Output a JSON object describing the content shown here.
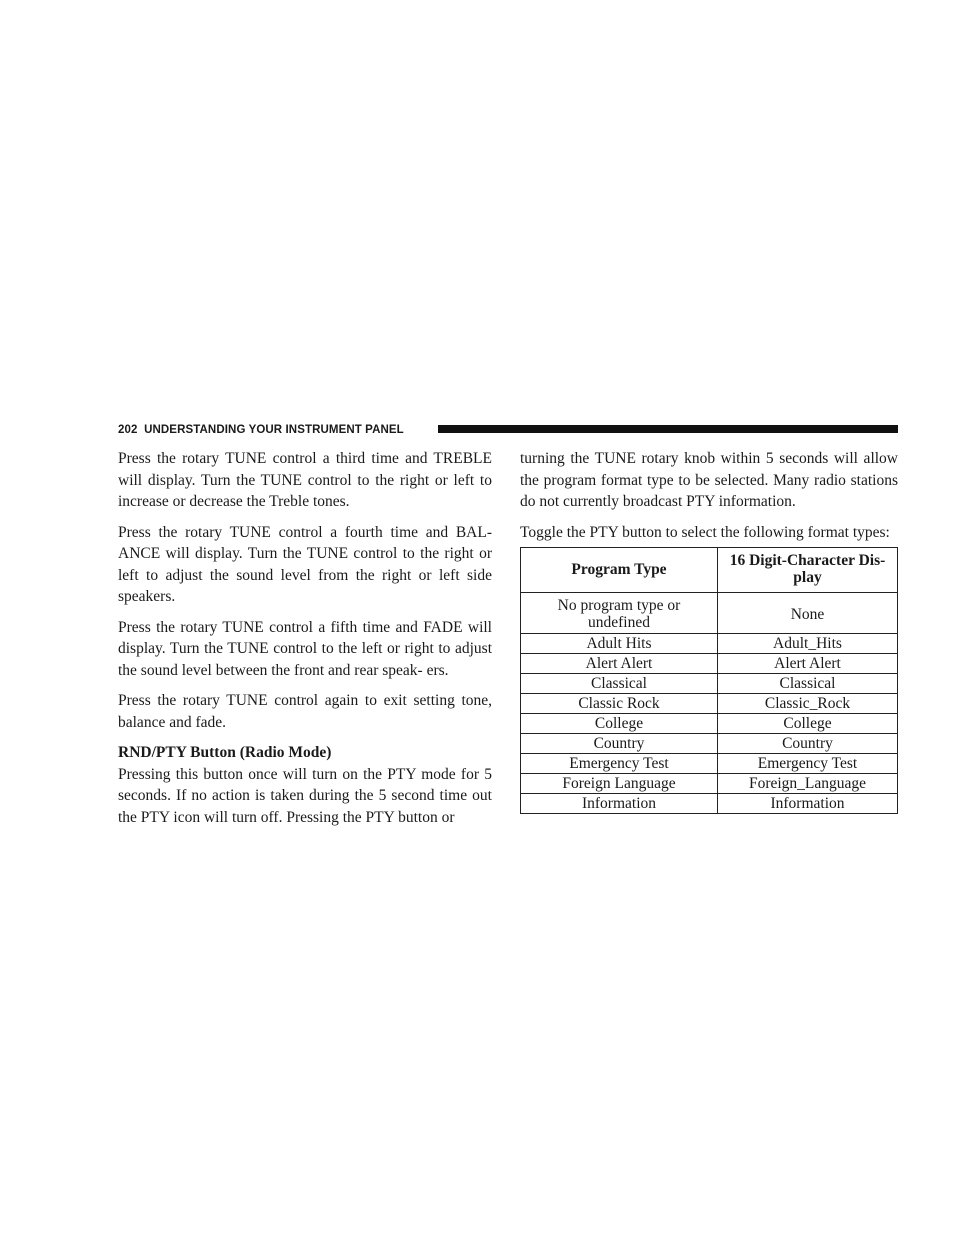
{
  "header": {
    "page_number": "202",
    "section_title": "UNDERSTANDING YOUR INSTRUMENT PANEL"
  },
  "left_column": {
    "p1": "Press the rotary TUNE control a third time and TREBLE will display. Turn the TUNE control to the right or left to increase or decrease the Treble tones.",
    "p2": "Press the rotary TUNE control a fourth time and BAL- ANCE will display. Turn the TUNE control to the right or left to adjust the sound level from the right or left side speakers.",
    "p3": "Press the rotary TUNE control a fifth time and FADE will display. Turn the TUNE control to the left or right to adjust the sound level between the front and rear speak- ers.",
    "p4": "Press the rotary TUNE control again to exit setting tone, balance and fade.",
    "subheading": "RND/PTY Button (Radio Mode)",
    "p5": "Pressing this button once will turn on the PTY mode for 5 seconds. If no action is taken during the 5 second time out the PTY icon will turn off. Pressing the PTY button or"
  },
  "right_column": {
    "p1": "turning the TUNE rotary knob within 5 seconds will allow the program format type to be selected. Many radio stations do not currently broadcast PTY information.",
    "p2": "Toggle the PTY button to select the following format types:"
  },
  "table": {
    "headers": [
      "Program Type",
      "16 Digit-Character Dis- play"
    ],
    "rows": [
      [
        "No program type or undefined",
        "None"
      ],
      [
        "Adult Hits",
        "Adult_Hits"
      ],
      [
        "Alert Alert",
        "Alert Alert"
      ],
      [
        "Classical",
        "Classical"
      ],
      [
        "Classic Rock",
        "Classic_Rock"
      ],
      [
        "College",
        "College"
      ],
      [
        "Country",
        "Country"
      ],
      [
        "Emergency Test",
        "Emergency Test"
      ],
      [
        "Foreign Language",
        "Foreign_Language"
      ],
      [
        "Information",
        "Information"
      ]
    ]
  }
}
